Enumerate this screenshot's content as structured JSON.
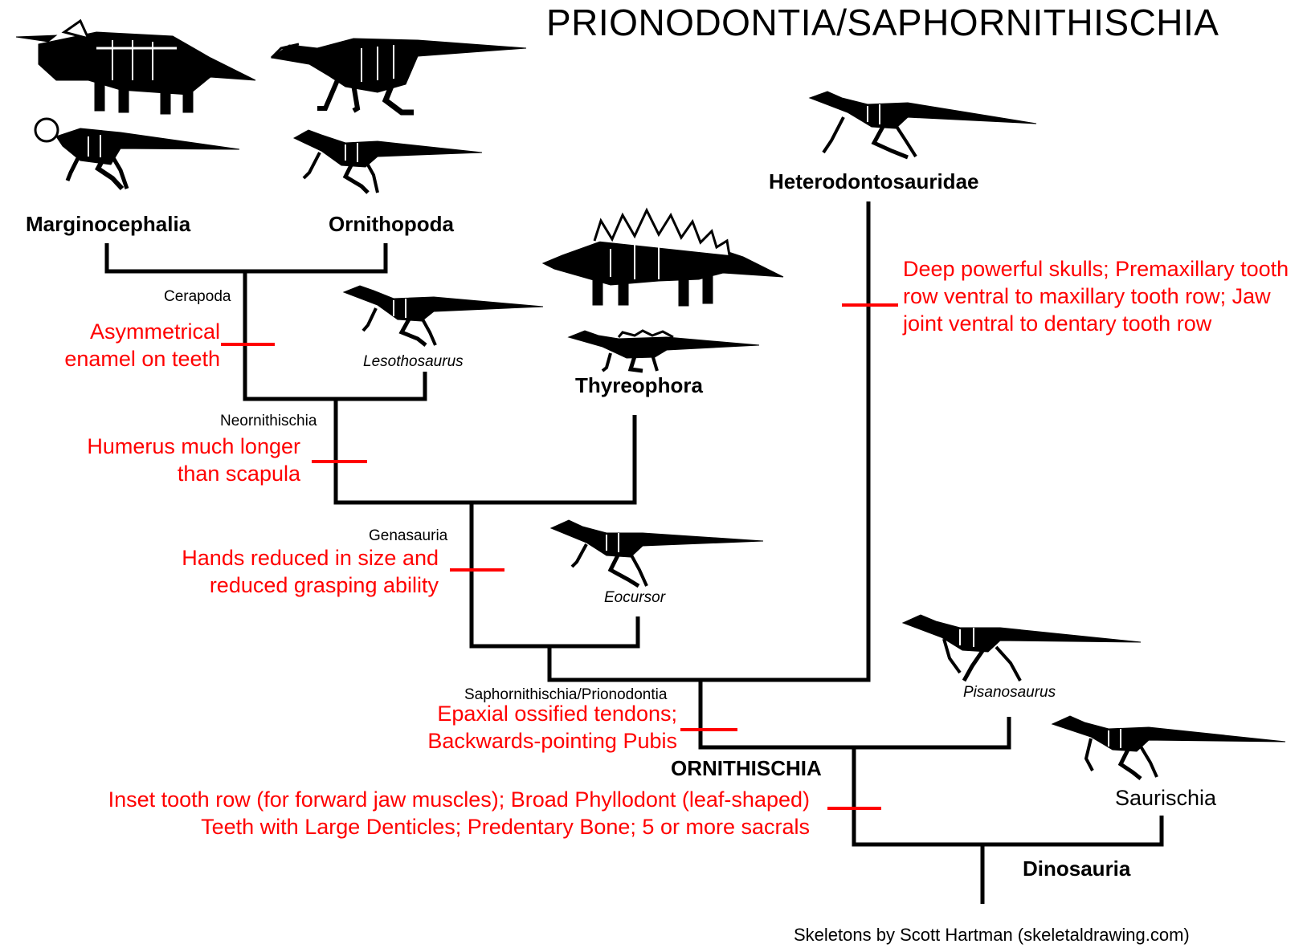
{
  "title": "PRIONODONTIA/SAPHORNITHISCHIA",
  "credit": "Skeletons by Scott Hartman (skeletaldrawing.com)",
  "clades": {
    "marginocephalia": "Marginocephalia",
    "ornithopoda": "Ornithopoda",
    "heterodontosauridae": "Heterodontosauridae",
    "thyreophora": "Thyreophora",
    "ornithischia": "ORNITHISCHIA",
    "saurischia": "Saurischia",
    "dinosauria": "Dinosauria"
  },
  "genera": {
    "lesothosaurus": "Lesothosaurus",
    "eocursor": "Eocursor",
    "pisanosaurus": "Pisanosaurus"
  },
  "nodes": {
    "cerapoda": "Cerapoda",
    "neornithischia": "Neornithischia",
    "genasauria": "Genasauria",
    "saphornithischia": "Saphornithischia/Prionodontia"
  },
  "synapomorphies": {
    "cerapoda": [
      "Asymmetrical",
      "enamel on teeth"
    ],
    "neornithischia": [
      "Humerus much longer",
      "than scapula"
    ],
    "genasauria": [
      "Hands reduced in size and",
      "reduced grasping ability"
    ],
    "heterodontosauridae": "Deep powerful skulls; Premaxillary tooth row ventral to maxillary tooth row; Jaw joint ventral to dentary tooth row",
    "saphornithischia": [
      "Epaxial ossified tendons;",
      "Backwards-pointing Pubis"
    ],
    "ornithischia": [
      "Inset tooth row (for forward jaw muscles); Broad Phyllodont (leaf-shaped)",
      "Teeth with Large Denticles; Predentary Bone; 5 or more sacrals"
    ]
  },
  "skeletons": [
    "triceratops",
    "hadrosaur",
    "pachycephalosaur",
    "hypsilophodont",
    "heterodontosaurus",
    "stegosaurus",
    "lesothosaurus",
    "scelidosaur",
    "eocursor",
    "pisanosaurus",
    "saurischian"
  ],
  "colors": {
    "branch": "#000000",
    "synapomorphy": "#ff0000",
    "background": "#ffffff"
  }
}
